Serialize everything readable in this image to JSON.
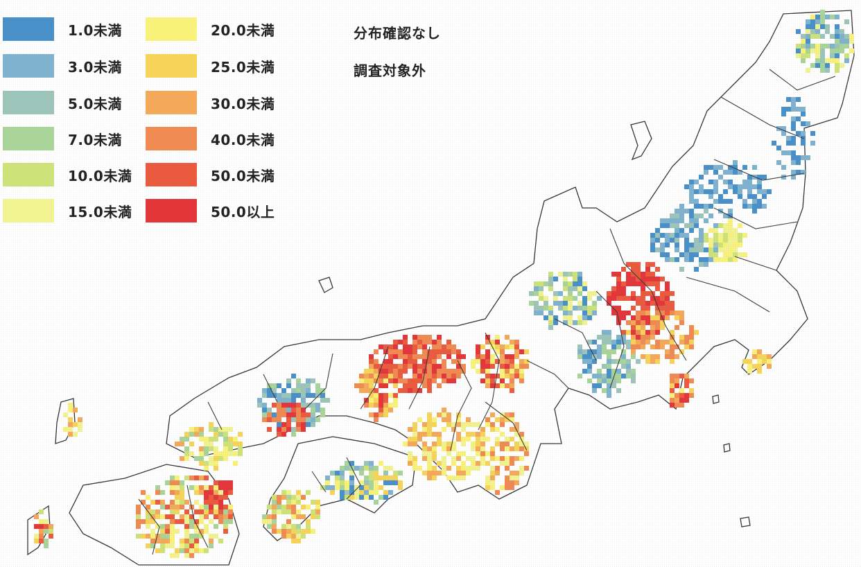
{
  "legend": {
    "items": [
      {
        "label": "1.0未満",
        "color": "#4a90c8"
      },
      {
        "label": "3.0未満",
        "color": "#7fb2cf"
      },
      {
        "label": "5.0未満",
        "color": "#9cc4b8"
      },
      {
        "label": "7.0未満",
        "color": "#a8d49a"
      },
      {
        "label": "10.0未満",
        "color": "#cde37a"
      },
      {
        "label": "15.0未満",
        "color": "#f1f291"
      },
      {
        "label": "20.0未満",
        "color": "#f8f27a"
      },
      {
        "label": "25.0未満",
        "color": "#f6d45a"
      },
      {
        "label": "30.0未満",
        "color": "#f4a85a"
      },
      {
        "label": "40.0未満",
        "color": "#ef8a52"
      },
      {
        "label": "50.0未満",
        "color": "#ea5a3e"
      },
      {
        "label": "50.0以上",
        "color": "#e2363a"
      }
    ],
    "extra_labels": [
      "分布確認なし",
      "調査対象外"
    ]
  }
}
